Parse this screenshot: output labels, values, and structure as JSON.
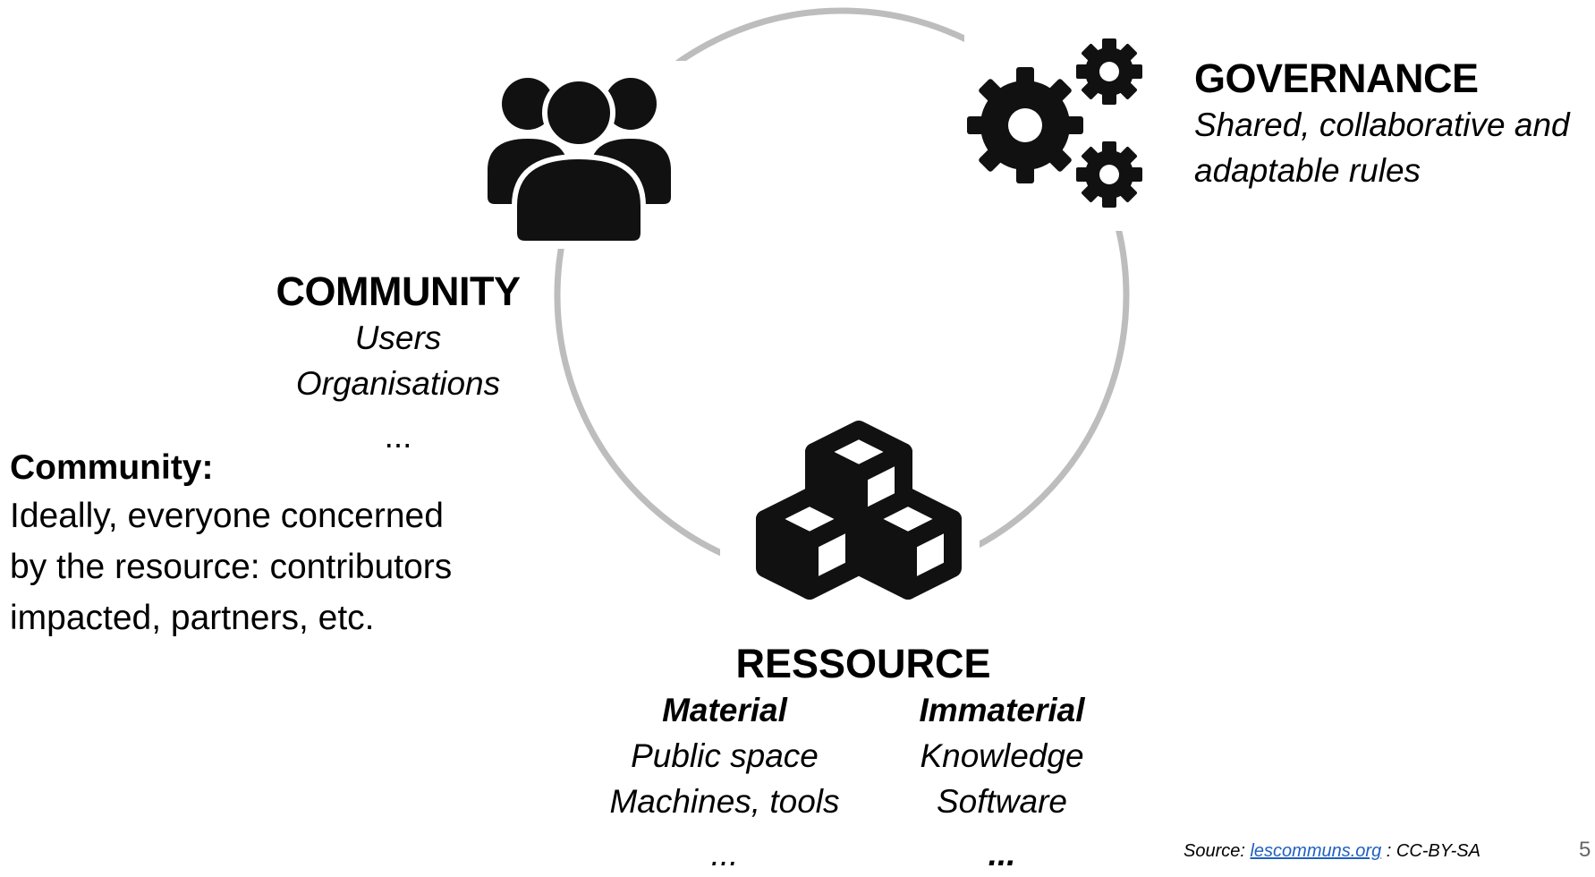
{
  "community": {
    "title": "COMMUNITY",
    "items": [
      "Users",
      "Organisations",
      "..."
    ]
  },
  "governance": {
    "title": "GOVERNANCE",
    "lines": [
      "Shared, collaborative and",
      "adaptable rules"
    ]
  },
  "resource": {
    "title": "RESSOURCE",
    "material": {
      "heading": "Material",
      "items": [
        "Public space",
        "Machines, tools",
        "..."
      ]
    },
    "immaterial": {
      "heading": "Immaterial",
      "items": [
        "Knowledge",
        "Software",
        "..."
      ]
    }
  },
  "definition": {
    "heading": "Community:",
    "lines": [
      "Ideally, everyone concerned",
      "by the resource: contributors",
      "impacted, partners, etc."
    ]
  },
  "footer": {
    "source_prefix": "Source: ",
    "source_link": "lescommuns.org",
    "source_suffix": " : CC-BY-SA",
    "page_number": "5"
  },
  "icons": [
    "people-group-icon",
    "gears-icon",
    "cubes-icon"
  ],
  "colors": {
    "ring": "#bdbdbd",
    "text": "#000000",
    "link": "#1f5fbf"
  }
}
